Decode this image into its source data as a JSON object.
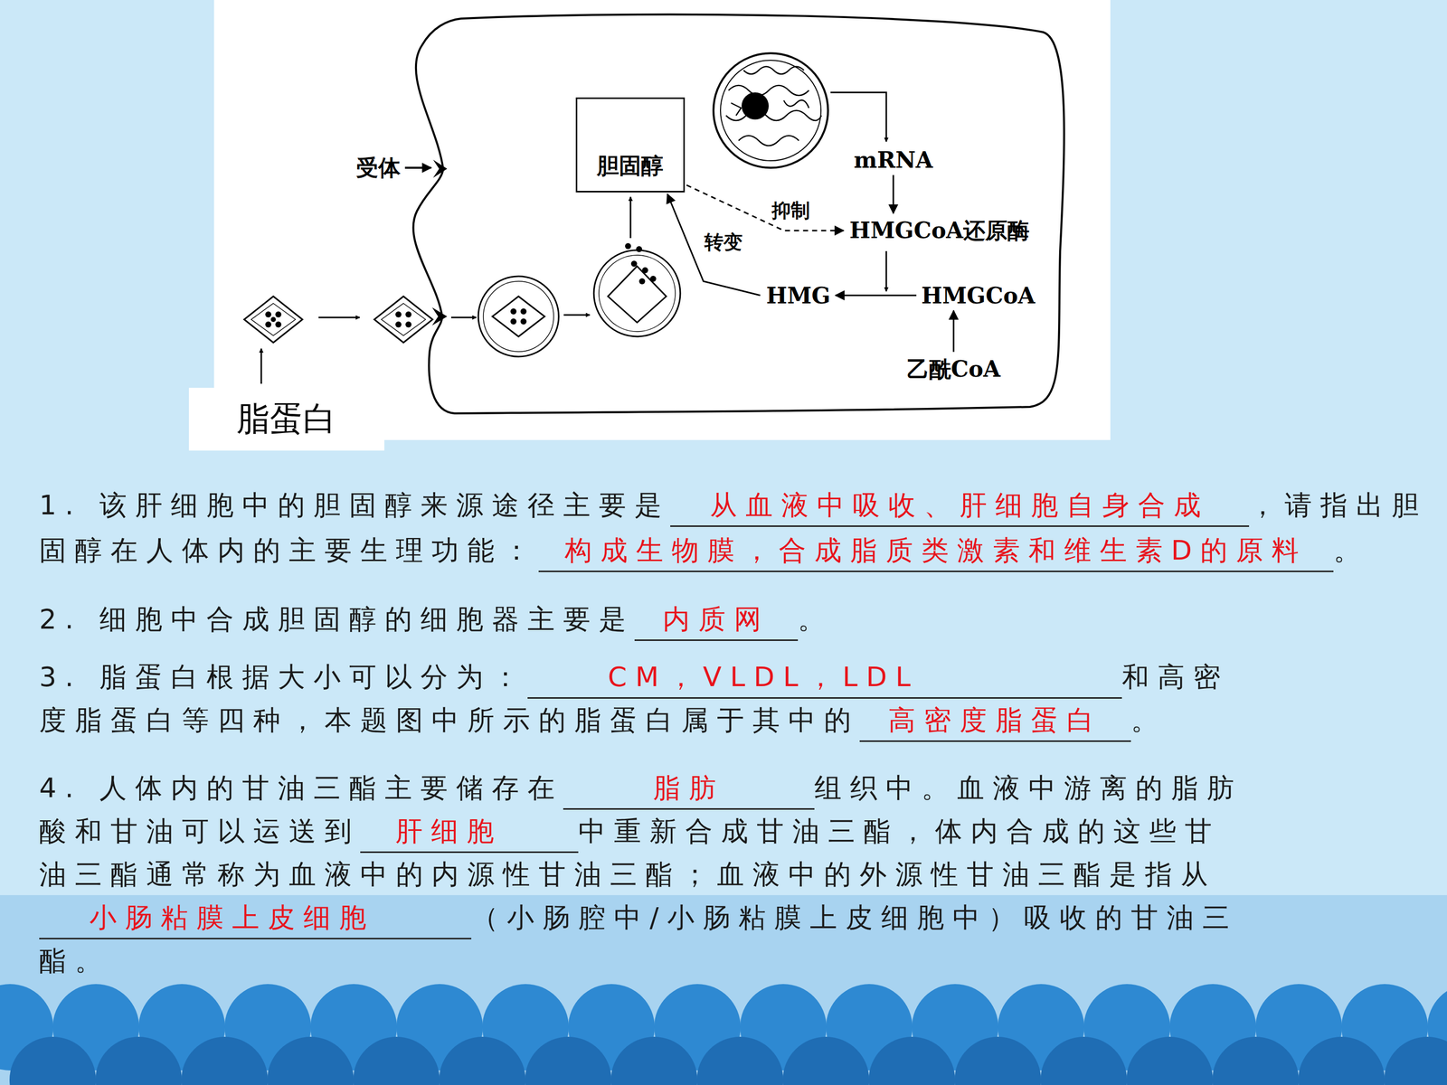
{
  "diagram": {
    "nodes": [
      {
        "text": [
          "胆固醇"
        ]
      },
      {
        "text": [
          "mRNA"
        ]
      },
      {
        "text": [
          "HMGCoA还原酶"
        ]
      },
      {
        "text": [
          "HMG"
        ]
      },
      {
        "text": [
          "HMGCoA"
        ]
      },
      {
        "text": [
          "乙酰CoA"
        ]
      },
      {
        "text": [
          "脂蛋白"
        ]
      }
    ],
    "edges": [
      {
        "from": 1,
        "to": 2,
        "arrow": "to"
      },
      {
        "from": 0,
        "to": 2,
        "label": "抑制",
        "arrow": "to"
      },
      {
        "from": 4,
        "to": 3,
        "arrow": "to"
      },
      {
        "from": 5,
        "to": 4,
        "arrow": "to"
      },
      {
        "from": 3,
        "to": 0,
        "label": "转变",
        "arrow": "to"
      }
    ],
    "labels": [
      "受体",
      "1. 该肝细胞中的胆固醇来源途径主要是",
      "从血液中吸收、肝细胞自身合成",
      "，请指出胆固醇在人体内的主要生理功能：",
      "构成生物膜，合成脂质类激素和维生素D的原料",
      "。",
      "2. 细胞中合成胆固醇的细胞器主要是",
      "内质网",
      "。",
      "3. 脂蛋白根据大小可以分为：",
      "CM，VLDL，LDL",
      "和高密度脂蛋白等四种，本题图中所示的脂蛋白属于其中的",
      "高密度脂蛋白",
      "。",
      "4. 人体内的甘油三酯主要储存在",
      "脂肪",
      "组织中。血液中游离的脂肪酸和甘油可以运送到",
      "肝细胞",
      "中重新合成甘油三酯，体内合成的这些甘油三酯通常称为血液中的内源性甘油三酯；血液中的外源性甘油三酯是指从",
      "小肠粘膜上皮细胞",
      "（小肠腔中/小肠粘膜上皮细胞中）吸收的甘油三酯。"
    ]
  }
}
